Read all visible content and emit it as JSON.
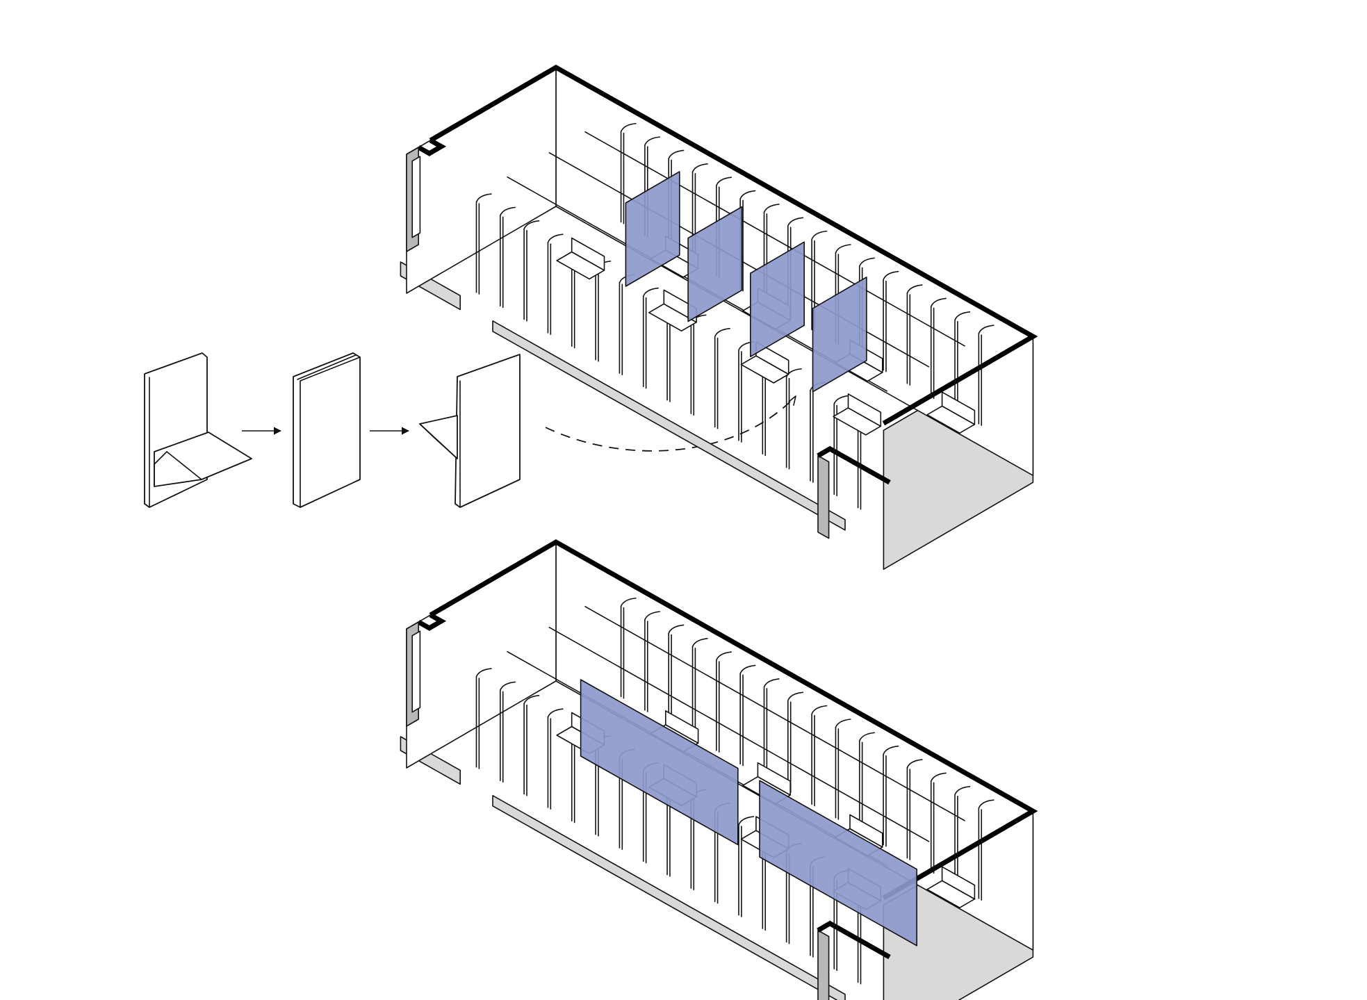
{
  "diagram": {
    "accent_color": "#8e99cc",
    "views": [
      {
        "name": "upper-axonometric",
        "configuration": "panels-perpendicular",
        "highlighted_panels": 4
      },
      {
        "name": "lower-axonometric",
        "configuration": "panels-parallel",
        "highlighted_panels": 2
      }
    ],
    "transformation_steps": 3
  }
}
